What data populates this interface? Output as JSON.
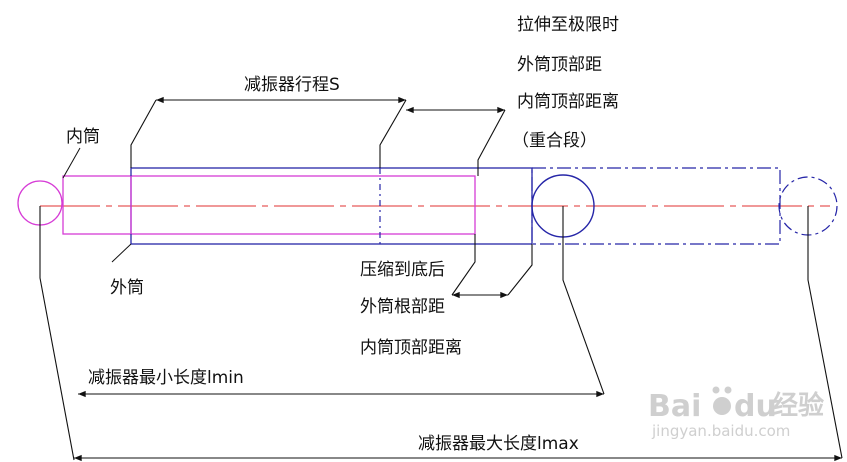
{
  "labels": {
    "stroke_s": "减振器行程S",
    "inner_tube": "内筒",
    "outer_tube": "外筒",
    "ext_line1": "拉伸至极限时",
    "ext_line2": "外筒顶部距",
    "ext_line3": "内筒顶部距离",
    "ext_line4": "（重合段）",
    "comp_line1": "压缩到底后",
    "comp_line2": "外筒根部距",
    "comp_line3": "内筒顶部距离",
    "lmin": "减振器最小长度lmin",
    "lmax": "减振器最大长度lmax"
  },
  "watermark": {
    "brand_a": "Bai",
    "brand_b": "du",
    "brand_cn": "经验",
    "url": "jingyan.baidu.com"
  },
  "colors": {
    "inner_tube": "#d63cd6",
    "outer_tube": "#2626a8",
    "centerline": "#e03030",
    "dimension": "#111111",
    "watermark": "#cfcfcf"
  }
}
